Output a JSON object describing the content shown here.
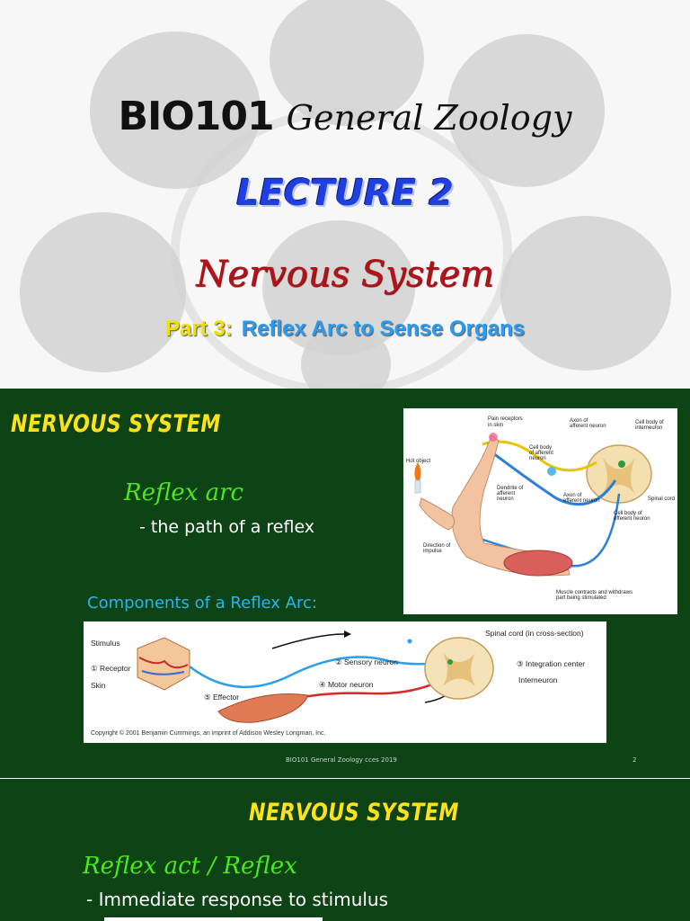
{
  "slide1": {
    "course_code": "BIO101",
    "course_name": "General Zoology",
    "lecture": "LECTURE 2",
    "topic": "Nervous System",
    "part_label": "Part 3:",
    "part_title": "Reflex Arc to Sense Organs"
  },
  "slide2": {
    "heading": "NERVOUS SYSTEM",
    "term": "Reflex arc",
    "definition": "- the path of a reflex",
    "components_heading": "Components of a Reflex Arc:",
    "figure_top_labels": {
      "pain_receptors": [
        "Pain receptors",
        "in skin"
      ],
      "axon_afferent": [
        "Axon of",
        "afferent neuron"
      ],
      "cell_body_interneuron": [
        "Cell body of",
        "interneuron"
      ],
      "cell_body_afferent": [
        "Cell body",
        "of afferent",
        "neuron"
      ],
      "hot_object": "Hot object",
      "dendrite_afferent": [
        "Dendrite of",
        "afferent",
        "neuron"
      ],
      "axon_efferent": [
        "Axon of",
        "efferent neuron"
      ],
      "spinal_cord": "Spinal cord",
      "cell_body_efferent": [
        "Cell body of",
        "efferent neuron"
      ],
      "direction_impulse": [
        "Direction of",
        "impulse"
      ],
      "muscle_contracts": [
        "Muscle contracts and withdraws",
        "part being stimulated"
      ]
    },
    "figure_bottom_labels": {
      "stimulus": "Stimulus",
      "receptor": "① Receptor",
      "skin": "Skin",
      "effector": "⑤ Effector",
      "sensory_neuron": "② Sensory neuron",
      "motor_neuron": "④ Motor neuron",
      "spinal_cord": "Spinal cord (in cross-section)",
      "integration_center": "③ Integration center",
      "interneuron": "Interneuron",
      "copyright": "Copyright © 2001 Benjamin Cummings, an imprint of Addison Wesley Longman, Inc."
    },
    "footer": "BIO101 General Zoology cces 2019",
    "page_number": "2"
  },
  "slide3": {
    "heading": "NERVOUS SYSTEM",
    "term": "Reflex act / Reflex",
    "definition": "- Immediate response to stimulus"
  }
}
